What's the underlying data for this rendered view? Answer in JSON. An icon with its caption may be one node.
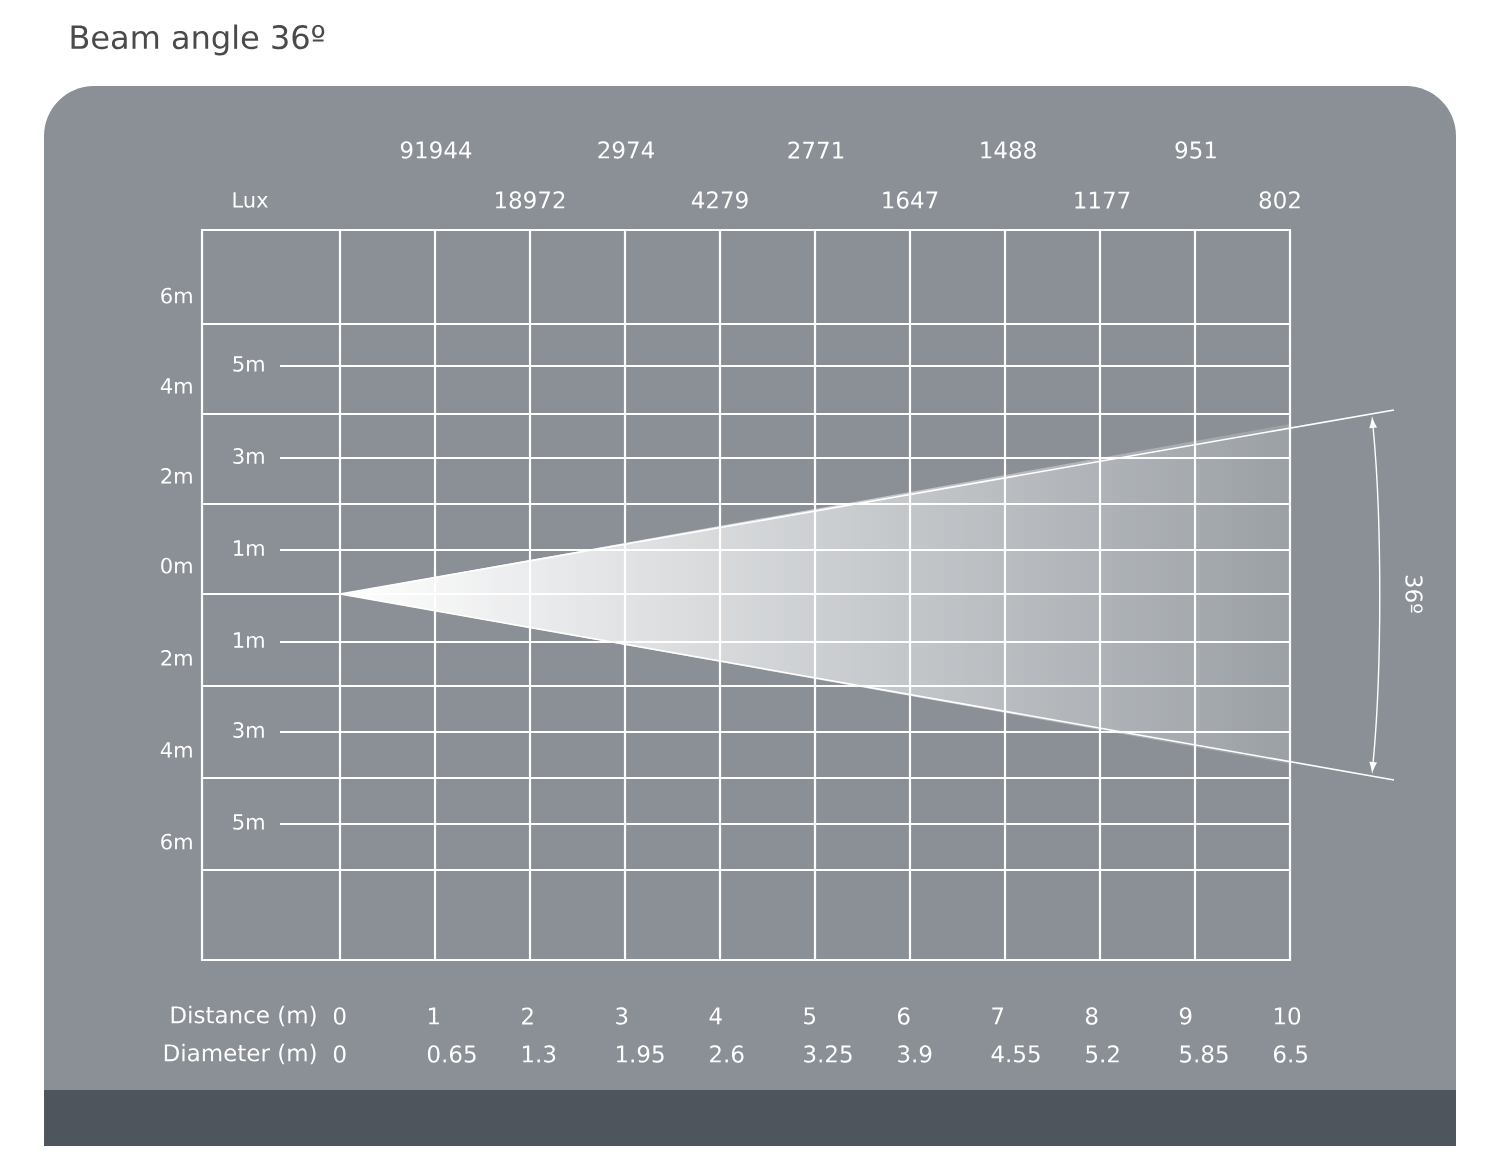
{
  "diagram": {
    "title": "Beam angle 36º",
    "labels": [
      "91944",
      "2974",
      "2771",
      "1488",
      "951",
      "Lux",
      "18972",
      "4279",
      "1647",
      "1177",
      "802",
      "6m",
      "5m",
      "4m",
      "3m",
      "2m",
      "1m",
      "0m",
      "1m",
      "2m",
      "3m",
      "4m",
      "5m",
      "6m",
      "36º",
      "Distance (m)",
      "0",
      "1",
      "2",
      "3",
      "4",
      "5",
      "6",
      "7",
      "8",
      "9",
      "10",
      "Diameter (m)",
      "0",
      "0.65",
      "1.3",
      "1.95",
      "2.6",
      "3.25",
      "3.9",
      "4.55",
      "5.2",
      "5.85",
      "6.5"
    ]
  }
}
